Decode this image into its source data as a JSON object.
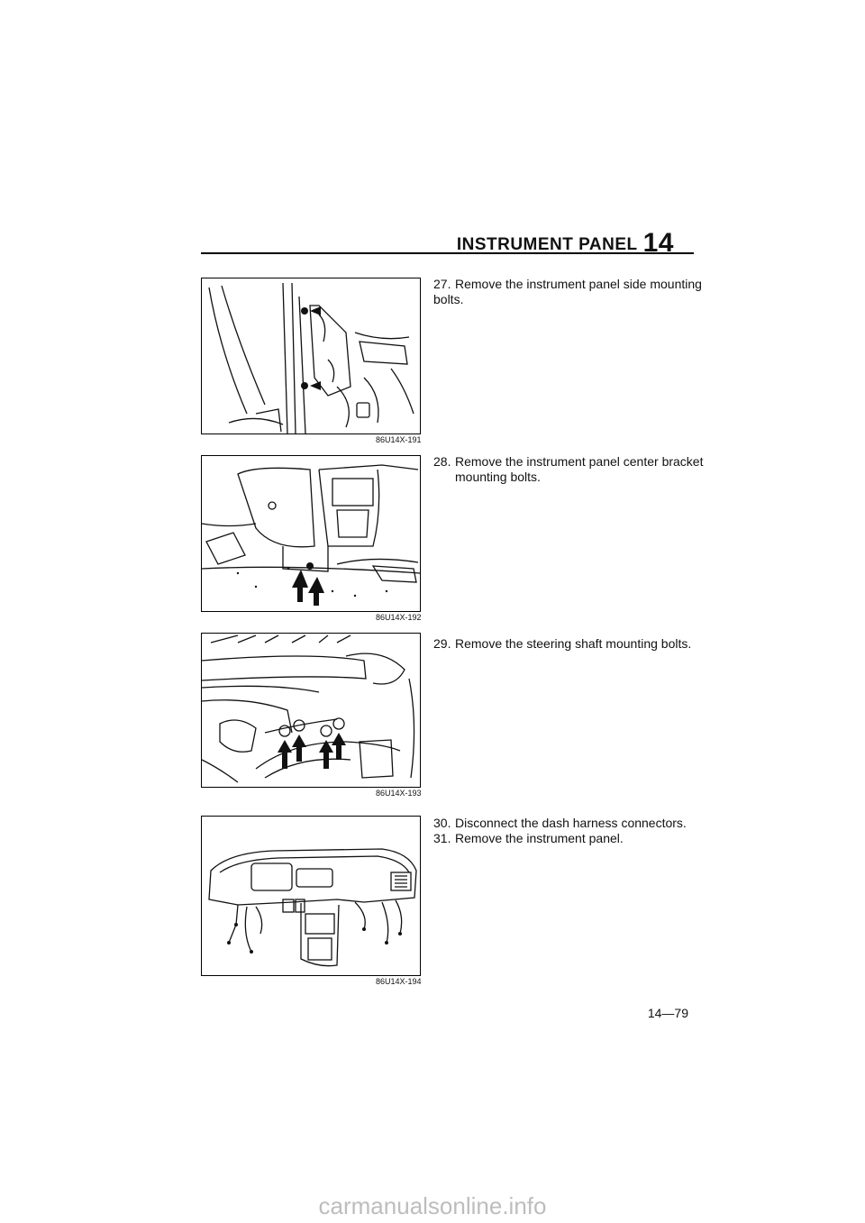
{
  "header": {
    "title": "INSTRUMENT PANEL",
    "section_number": "14"
  },
  "steps": [
    {
      "number": "27.",
      "text": "Remove the instrument panel side mounting bolts.",
      "figure_id": "86U14X-191"
    },
    {
      "number": "28.",
      "text": "Remove the instrument panel center bracket",
      "continuation": "mounting bolts.",
      "figure_id": "86U14X-192"
    },
    {
      "number": "29.",
      "text": "Remove the steering shaft mounting bolts.",
      "figure_id": "86U14X-193"
    },
    {
      "number": "30.",
      "text": "Disconnect the dash harness connectors.",
      "figure_id": "86U14X-194"
    },
    {
      "number": "31.",
      "text": "Remove the instrument panel."
    }
  ],
  "page_number": "14—79",
  "watermark": "carmanualsonline.info"
}
